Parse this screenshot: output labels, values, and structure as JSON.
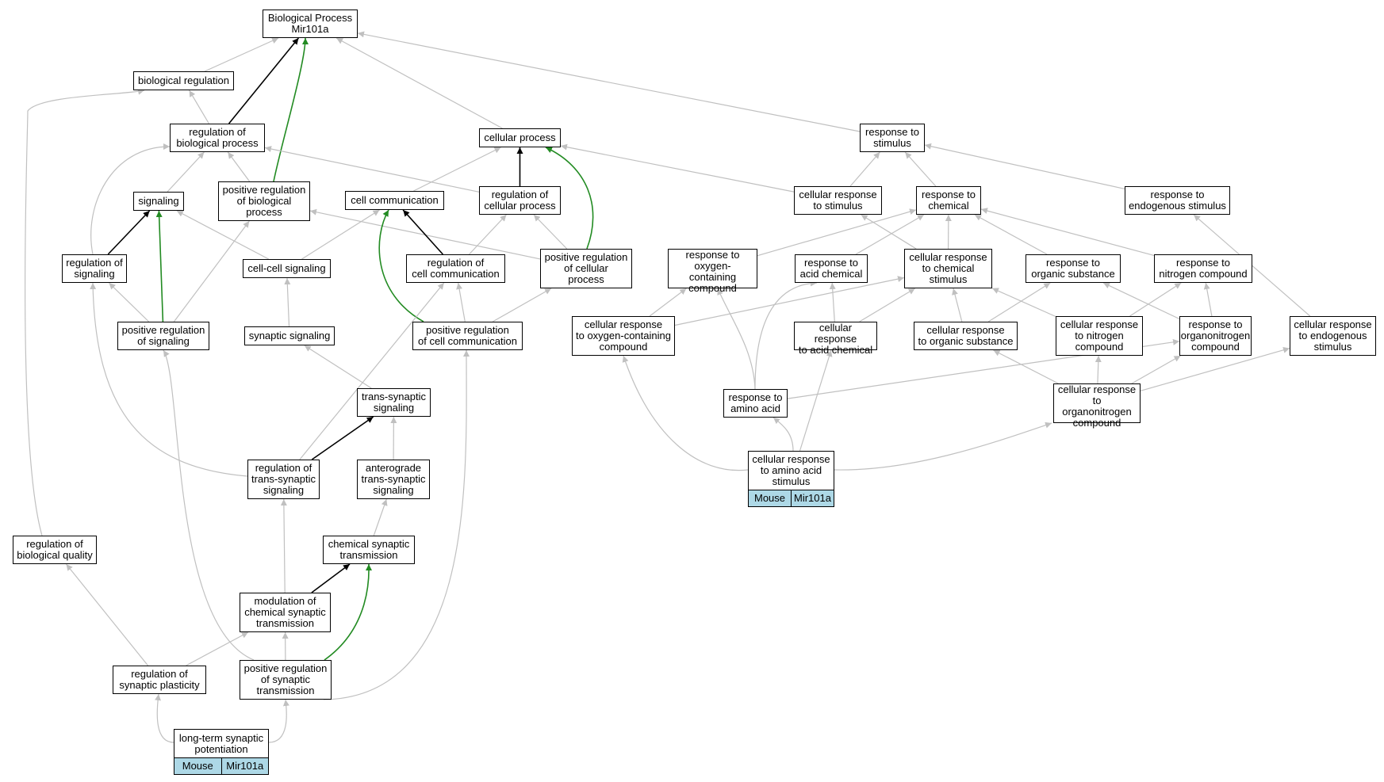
{
  "colors": {
    "is_a": "#c0c0c0",
    "regulates": "#000000",
    "positively_regulates": "#228b22",
    "annotation_bg": "#add8e6"
  },
  "nodes": [
    {
      "id": "bp",
      "label": "Biological Process\nMir101a"
    },
    {
      "id": "breg",
      "label": "biological regulation"
    },
    {
      "id": "regbp",
      "label": "regulation of\nbiological process"
    },
    {
      "id": "cellproc",
      "label": "cellular process"
    },
    {
      "id": "resp",
      "label": "response to\nstimulus"
    },
    {
      "id": "signaling",
      "label": "signaling"
    },
    {
      "id": "posregbp",
      "label": "positive regulation\nof biological\nprocess"
    },
    {
      "id": "cellcomm",
      "label": "cell communication"
    },
    {
      "id": "regcp",
      "label": "regulation of\ncellular process"
    },
    {
      "id": "crstim",
      "label": "cellular response\nto stimulus"
    },
    {
      "id": "rchem",
      "label": "response to\nchemical"
    },
    {
      "id": "rendo",
      "label": "response to\nendogenous stimulus"
    },
    {
      "id": "regsig",
      "label": "regulation of\nsignaling"
    },
    {
      "id": "ccsig",
      "label": "cell-cell signaling"
    },
    {
      "id": "regcc",
      "label": "regulation of\ncell communication"
    },
    {
      "id": "posregcp",
      "label": "positive regulation\nof cellular\nprocess"
    },
    {
      "id": "roxy",
      "label": "response to\noxygen-containing\ncompound"
    },
    {
      "id": "racid",
      "label": "response to\nacid chemical"
    },
    {
      "id": "crchem",
      "label": "cellular response\nto chemical\nstimulus"
    },
    {
      "id": "rorg",
      "label": "response to\norganic substance"
    },
    {
      "id": "rnitro",
      "label": "response to\nnitrogen compound"
    },
    {
      "id": "posregsig",
      "label": "positive regulation\nof signaling"
    },
    {
      "id": "synsig",
      "label": "synaptic signaling"
    },
    {
      "id": "posregcc",
      "label": "positive regulation\nof cell communication"
    },
    {
      "id": "croxy",
      "label": "cellular response\nto oxygen-containing\ncompound"
    },
    {
      "id": "cracid",
      "label": "cellular response\nto acid chemical"
    },
    {
      "id": "crorg",
      "label": "cellular response\nto organic substance"
    },
    {
      "id": "crnitro",
      "label": "cellular response\nto nitrogen\ncompound"
    },
    {
      "id": "rorgnit",
      "label": "response to\norganonitrogen\ncompound"
    },
    {
      "id": "crendo",
      "label": "cellular response\nto endogenous\nstimulus"
    },
    {
      "id": "transsyn",
      "label": "trans-synaptic\nsignaling"
    },
    {
      "id": "ramino",
      "label": "response to\namino acid"
    },
    {
      "id": "crorgnit",
      "label": "cellular response\nto organonitrogen\ncompound"
    },
    {
      "id": "regtranssyn",
      "label": "regulation of\ntrans-synaptic\nsignaling"
    },
    {
      "id": "antero",
      "label": "anterograde\ntrans-synaptic\nsignaling"
    },
    {
      "id": "cramino",
      "label": "cellular response\nto amino acid\nstimulus",
      "tags": [
        "Mouse",
        "Mir101a"
      ]
    },
    {
      "id": "regbq",
      "label": "regulation of\nbiological quality"
    },
    {
      "id": "chemsyn",
      "label": "chemical synaptic\ntransmission"
    },
    {
      "id": "modchem",
      "label": "modulation of\nchemical synaptic\ntransmission"
    },
    {
      "id": "regplast",
      "label": "regulation of\nsynaptic plasticity"
    },
    {
      "id": "posregsyn",
      "label": "positive regulation\nof synaptic\ntransmission"
    },
    {
      "id": "ltp",
      "label": "long-term synaptic\npotentiation",
      "tags": [
        "Mouse",
        "Mir101a"
      ]
    }
  ],
  "edges": [
    {
      "from": "breg",
      "to": "bp",
      "type": "is_a"
    },
    {
      "from": "regbp",
      "to": "bp",
      "type": "regulates"
    },
    {
      "from": "posregbp",
      "to": "bp",
      "type": "positively_regulates"
    },
    {
      "from": "cellproc",
      "to": "bp",
      "type": "is_a"
    },
    {
      "from": "resp",
      "to": "bp",
      "type": "is_a"
    },
    {
      "from": "regbp",
      "to": "breg",
      "type": "is_a"
    },
    {
      "from": "regbq",
      "to": "breg",
      "type": "is_a"
    },
    {
      "from": "signaling",
      "to": "regbp",
      "type": "is_a"
    },
    {
      "from": "posregbp",
      "to": "regbp",
      "type": "is_a"
    },
    {
      "from": "regsig",
      "to": "regbp",
      "type": "is_a"
    },
    {
      "from": "regcp",
      "to": "regbp",
      "type": "is_a"
    },
    {
      "from": "regcp",
      "to": "cellproc",
      "type": "regulates"
    },
    {
      "from": "posregcp",
      "to": "cellproc",
      "type": "positively_regulates"
    },
    {
      "from": "cellcomm",
      "to": "cellproc",
      "type": "is_a"
    },
    {
      "from": "crstim",
      "to": "cellproc",
      "type": "is_a"
    },
    {
      "from": "crstim",
      "to": "resp",
      "type": "is_a"
    },
    {
      "from": "rchem",
      "to": "resp",
      "type": "is_a"
    },
    {
      "from": "rendo",
      "to": "resp",
      "type": "is_a"
    },
    {
      "from": "regsig",
      "to": "signaling",
      "type": "regulates"
    },
    {
      "from": "posregsig",
      "to": "signaling",
      "type": "positively_regulates"
    },
    {
      "from": "ccsig",
      "to": "signaling",
      "type": "is_a"
    },
    {
      "from": "posregsig",
      "to": "posregbp",
      "type": "is_a"
    },
    {
      "from": "posregcp",
      "to": "posregbp",
      "type": "is_a"
    },
    {
      "from": "ccsig",
      "to": "cellcomm",
      "type": "is_a"
    },
    {
      "from": "regcc",
      "to": "cellcomm",
      "type": "regulates"
    },
    {
      "from": "posregcc",
      "to": "cellcomm",
      "type": "positively_regulates"
    },
    {
      "from": "regcc",
      "to": "regcp",
      "type": "is_a"
    },
    {
      "from": "posregcp",
      "to": "regcp",
      "type": "is_a"
    },
    {
      "from": "crchem",
      "to": "crstim",
      "type": "is_a"
    },
    {
      "from": "crchem",
      "to": "rchem",
      "type": "is_a"
    },
    {
      "from": "roxy",
      "to": "rchem",
      "type": "is_a"
    },
    {
      "from": "racid",
      "to": "rchem",
      "type": "is_a"
    },
    {
      "from": "rorg",
      "to": "rchem",
      "type": "is_a"
    },
    {
      "from": "rnitro",
      "to": "rchem",
      "type": "is_a"
    },
    {
      "from": "crendo",
      "to": "rendo",
      "type": "is_a"
    },
    {
      "from": "posregsig",
      "to": "regsig",
      "type": "is_a"
    },
    {
      "from": "regtranssyn",
      "to": "regsig",
      "type": "is_a"
    },
    {
      "from": "synsig",
      "to": "ccsig",
      "type": "is_a"
    },
    {
      "from": "posregcc",
      "to": "regcc",
      "type": "is_a"
    },
    {
      "from": "regtranssyn",
      "to": "regcc",
      "type": "is_a"
    },
    {
      "from": "posregcc",
      "to": "posregcp",
      "type": "is_a"
    },
    {
      "from": "croxy",
      "to": "roxy",
      "type": "is_a"
    },
    {
      "from": "ramino",
      "to": "roxy",
      "type": "is_a"
    },
    {
      "from": "cracid",
      "to": "racid",
      "type": "is_a"
    },
    {
      "from": "ramino",
      "to": "racid",
      "type": "is_a"
    },
    {
      "from": "croxy",
      "to": "crchem",
      "type": "is_a"
    },
    {
      "from": "cracid",
      "to": "crchem",
      "type": "is_a"
    },
    {
      "from": "crorg",
      "to": "crchem",
      "type": "is_a"
    },
    {
      "from": "crnitro",
      "to": "crchem",
      "type": "is_a"
    },
    {
      "from": "crorg",
      "to": "rorg",
      "type": "is_a"
    },
    {
      "from": "rorgnit",
      "to": "rorg",
      "type": "is_a"
    },
    {
      "from": "crnitro",
      "to": "rnitro",
      "type": "is_a"
    },
    {
      "from": "rorgnit",
      "to": "rnitro",
      "type": "is_a"
    },
    {
      "from": "posregsyn",
      "to": "posregsig",
      "type": "is_a"
    },
    {
      "from": "transsyn",
      "to": "synsig",
      "type": "is_a"
    },
    {
      "from": "posregsyn",
      "to": "posregcc",
      "type": "is_a"
    },
    {
      "from": "cramino",
      "to": "croxy",
      "type": "is_a"
    },
    {
      "from": "cramino",
      "to": "cracid",
      "type": "is_a"
    },
    {
      "from": "crorgnit",
      "to": "crorg",
      "type": "is_a"
    },
    {
      "from": "crorgnit",
      "to": "crnitro",
      "type": "is_a"
    },
    {
      "from": "crorgnit",
      "to": "rorgnit",
      "type": "is_a"
    },
    {
      "from": "ramino",
      "to": "rorgnit",
      "type": "is_a"
    },
    {
      "from": "crorgnit",
      "to": "crendo",
      "type": "is_a"
    },
    {
      "from": "regtranssyn",
      "to": "transsyn",
      "type": "regulates"
    },
    {
      "from": "antero",
      "to": "transsyn",
      "type": "is_a"
    },
    {
      "from": "cramino",
      "to": "ramino",
      "type": "is_a"
    },
    {
      "from": "cramino",
      "to": "crorgnit",
      "type": "is_a"
    },
    {
      "from": "modchem",
      "to": "regtranssyn",
      "type": "is_a"
    },
    {
      "from": "chemsyn",
      "to": "antero",
      "type": "is_a"
    },
    {
      "from": "regplast",
      "to": "regbq",
      "type": "is_a"
    },
    {
      "from": "modchem",
      "to": "chemsyn",
      "type": "regulates"
    },
    {
      "from": "posregsyn",
      "to": "chemsyn",
      "type": "positively_regulates"
    },
    {
      "from": "regplast",
      "to": "modchem",
      "type": "is_a"
    },
    {
      "from": "posregsyn",
      "to": "modchem",
      "type": "is_a"
    },
    {
      "from": "ltp",
      "to": "regplast",
      "type": "is_a"
    },
    {
      "from": "ltp",
      "to": "posregsyn",
      "type": "is_a"
    }
  ]
}
